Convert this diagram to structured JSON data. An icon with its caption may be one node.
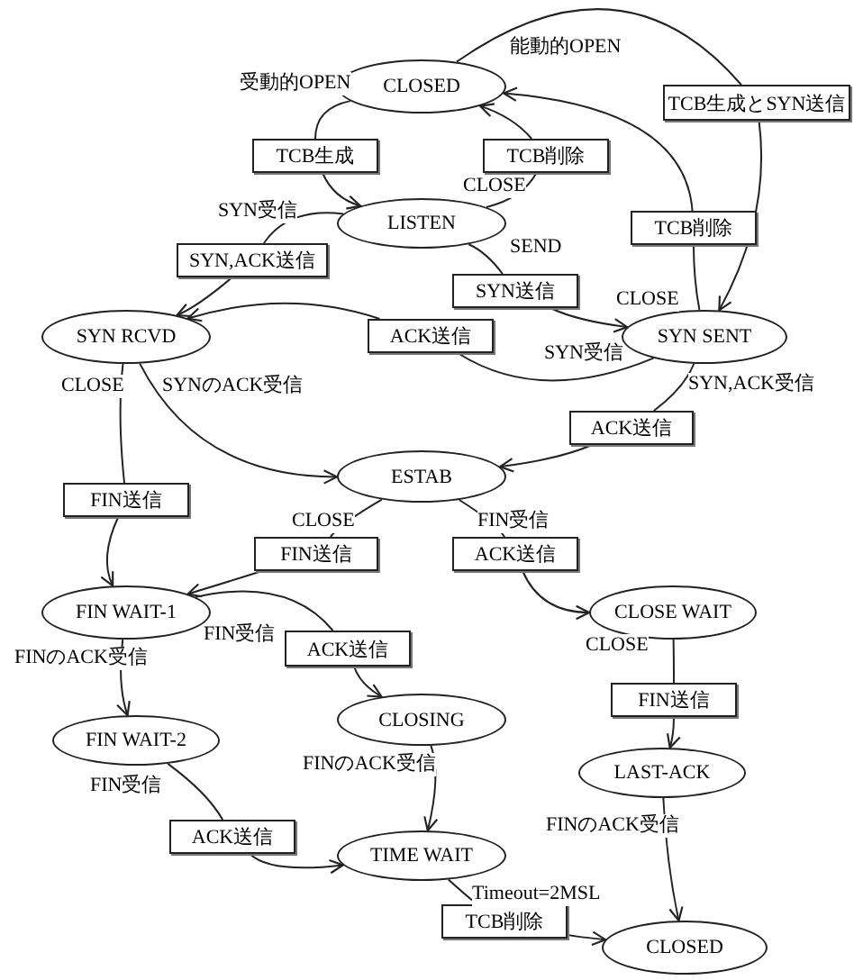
{
  "diagram": {
    "nodes": [
      {
        "text": [
          "CLOSED"
        ]
      },
      {
        "text": [
          "TCB生成とSYN送信"
        ]
      },
      {
        "text": [
          "TCB生成"
        ]
      },
      {
        "text": [
          "TCB削除"
        ]
      },
      {
        "text": [
          "LISTEN"
        ]
      },
      {
        "text": [
          "SYN,ACK送信"
        ]
      },
      {
        "text": [
          "TCB削除"
        ]
      },
      {
        "text": [
          "SYN送信"
        ]
      },
      {
        "text": [
          "SYN RCVD"
        ]
      },
      {
        "text": [
          "ACK送信"
        ]
      },
      {
        "text": [
          "SYN SENT"
        ]
      },
      {
        "text": [
          "ACK送信"
        ]
      },
      {
        "text": [
          "FIN送信"
        ]
      },
      {
        "text": [
          "ESTAB"
        ]
      },
      {
        "text": [
          "FIN送信"
        ]
      },
      {
        "text": [
          "ACK送信"
        ]
      },
      {
        "text": [
          "FIN WAIT-1"
        ]
      },
      {
        "text": [
          "CLOSE WAIT"
        ]
      },
      {
        "text": [
          "ACK送信"
        ]
      },
      {
        "text": [
          "FIN送信"
        ]
      },
      {
        "text": [
          "FIN WAIT-2"
        ]
      },
      {
        "text": [
          "CLOSING"
        ]
      },
      {
        "text": [
          "LAST-ACK"
        ]
      },
      {
        "text": [
          "ACK送信"
        ]
      },
      {
        "text": [
          "TIME WAIT"
        ]
      },
      {
        "text": [
          "TCB削除"
        ]
      },
      {
        "text": [
          "CLOSED"
        ]
      }
    ],
    "edges": [
      {
        "from": 0,
        "to": 1,
        "arrow": "none",
        "label": "能動的OPEN"
      },
      {
        "from": 1,
        "to": 10,
        "arrow": "to"
      },
      {
        "from": 0,
        "to": 2,
        "arrow": "none",
        "label": "受動的OPEN"
      },
      {
        "from": 2,
        "to": 4,
        "arrow": "to"
      },
      {
        "from": 4,
        "to": 3,
        "arrow": "none",
        "label": "CLOSE"
      },
      {
        "from": 3,
        "to": 0,
        "arrow": "to"
      },
      {
        "from": 4,
        "to": 5,
        "arrow": "none",
        "label": "SYN受信"
      },
      {
        "from": 5,
        "to": 8,
        "arrow": "to"
      },
      {
        "from": 4,
        "to": 7,
        "arrow": "none",
        "label": "SEND"
      },
      {
        "from": 7,
        "to": 10,
        "arrow": "to"
      },
      {
        "from": 10,
        "to": 6,
        "arrow": "none",
        "label": "CLOSE"
      },
      {
        "from": 6,
        "to": 0,
        "arrow": "to"
      },
      {
        "from": 10,
        "to": 9,
        "arrow": "none",
        "label": "SYN受信"
      },
      {
        "from": 9,
        "to": 8,
        "arrow": "to"
      },
      {
        "from": 10,
        "to": 11,
        "arrow": "none",
        "label": "SYN,ACK受信"
      },
      {
        "from": 11,
        "to": 13,
        "arrow": "to"
      },
      {
        "from": 8,
        "to": 13,
        "arrow": "to",
        "label": "SYNのACK受信"
      },
      {
        "from": 8,
        "to": 12,
        "arrow": "none",
        "label": "CLOSE"
      },
      {
        "from": 12,
        "to": 16,
        "arrow": "to"
      },
      {
        "from": 13,
        "to": 14,
        "arrow": "none",
        "label": "CLOSE"
      },
      {
        "from": 14,
        "to": 16,
        "arrow": "to"
      },
      {
        "from": 13,
        "to": 15,
        "arrow": "none",
        "label": "FIN受信"
      },
      {
        "from": 15,
        "to": 17,
        "arrow": "to"
      },
      {
        "from": 16,
        "to": 18,
        "arrow": "none",
        "label": "FIN受信"
      },
      {
        "from": 18,
        "to": 21,
        "arrow": "to"
      },
      {
        "from": 16,
        "to": 20,
        "arrow": "to",
        "label": "FINのACK受信"
      },
      {
        "from": 17,
        "to": 19,
        "arrow": "none",
        "label": "CLOSE"
      },
      {
        "from": 19,
        "to": 22,
        "arrow": "to"
      },
      {
        "from": 20,
        "to": 23,
        "arrow": "none",
        "label": "FIN受信"
      },
      {
        "from": 23,
        "to": 24,
        "arrow": "to"
      },
      {
        "from": 21,
        "to": 24,
        "arrow": "to",
        "label": "FINのACK受信"
      },
      {
        "from": 22,
        "to": 26,
        "arrow": "to",
        "label": "FINのACK受信"
      },
      {
        "from": 24,
        "to": 25,
        "arrow": "none",
        "label": "Timeout=2MSL"
      },
      {
        "from": 25,
        "to": 26,
        "arrow": "to"
      }
    ]
  }
}
